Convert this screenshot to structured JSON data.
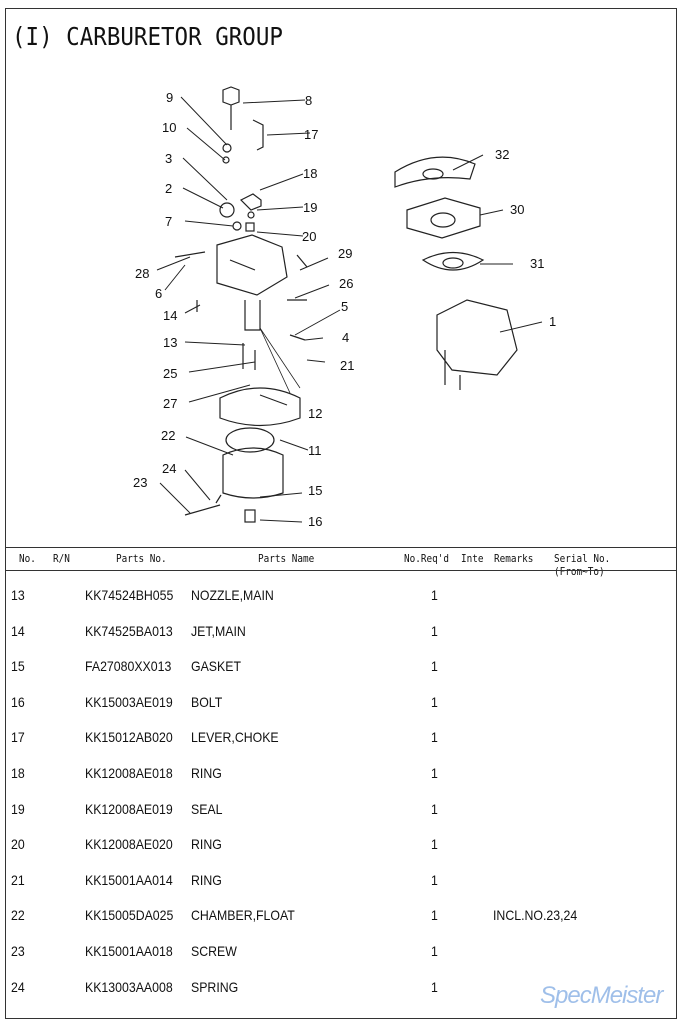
{
  "title": "(I) CARBURETOR GROUP",
  "diagram": {
    "callouts": [
      "9",
      "8",
      "10",
      "17",
      "3",
      "18",
      "2",
      "19",
      "7",
      "20",
      "29",
      "28",
      "6",
      "26",
      "14",
      "5",
      "13",
      "4",
      "21",
      "25",
      "27",
      "12",
      "22",
      "11",
      "24",
      "23",
      "15",
      "16",
      "32",
      "30",
      "31",
      "1"
    ]
  },
  "table": {
    "headers": {
      "no": "No.",
      "rn": "R/N",
      "parts_no": "Parts No.",
      "parts_name": "Parts Name",
      "qty": "No.Req'd",
      "inte": "Inte",
      "remarks": "Remarks",
      "serial": "Serial No.(From~To)"
    },
    "rows": [
      {
        "no": "13",
        "parts_no": "KK74524BH055",
        "name": "NOZZLE,MAIN",
        "qty": "1",
        "remarks": ""
      },
      {
        "no": "14",
        "parts_no": "KK74525BA013",
        "name": "JET,MAIN",
        "qty": "1",
        "remarks": ""
      },
      {
        "no": "15",
        "parts_no": "FA27080XX013",
        "name": "GASKET",
        "qty": "1",
        "remarks": ""
      },
      {
        "no": "16",
        "parts_no": "KK15003AE019",
        "name": "BOLT",
        "qty": "1",
        "remarks": ""
      },
      {
        "no": "17",
        "parts_no": "KK15012AB020",
        "name": "LEVER,CHOKE",
        "qty": "1",
        "remarks": ""
      },
      {
        "no": "18",
        "parts_no": "KK12008AE018",
        "name": "RING",
        "qty": "1",
        "remarks": ""
      },
      {
        "no": "19",
        "parts_no": "KK12008AE019",
        "name": "SEAL",
        "qty": "1",
        "remarks": ""
      },
      {
        "no": "20",
        "parts_no": "KK12008AE020",
        "name": "RING",
        "qty": "1",
        "remarks": ""
      },
      {
        "no": "21",
        "parts_no": "KK15001AA014",
        "name": "RING",
        "qty": "1",
        "remarks": ""
      },
      {
        "no": "22",
        "parts_no": "KK15005DA025",
        "name": "CHAMBER,FLOAT",
        "qty": "1",
        "remarks": "INCL.NO.23,24"
      },
      {
        "no": "23",
        "parts_no": "KK15001AA018",
        "name": "SCREW",
        "qty": "1",
        "remarks": ""
      },
      {
        "no": "24",
        "parts_no": "KK13003AA008",
        "name": "SPRING",
        "qty": "1",
        "remarks": ""
      }
    ]
  },
  "watermark": "SpecMeister"
}
